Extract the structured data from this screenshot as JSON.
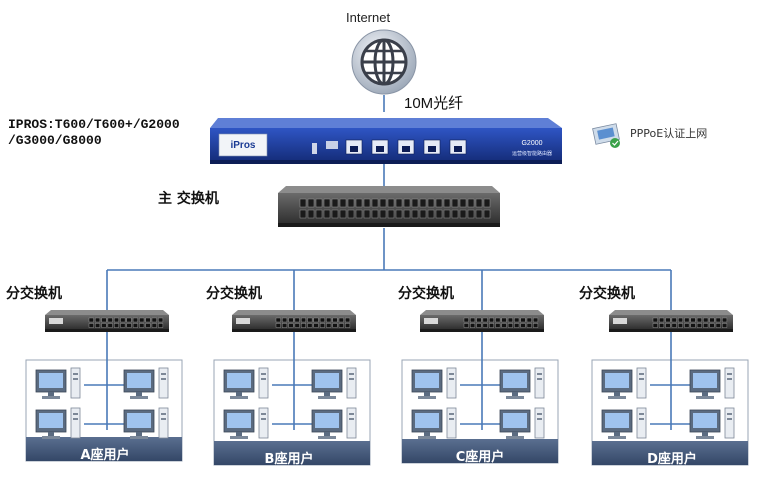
{
  "internet_label": "Internet",
  "uplink_label": "10M光纤",
  "router": {
    "model_line1": "IPROS:T600/T600+/G2000",
    "model_line2": "/G3000/G8000",
    "brand": "iPros",
    "face_label": "G2000",
    "face_sub": "运营级智能路由器"
  },
  "pppoe_label": "PPPoE认证上网",
  "main_switch_label": "主 交换机",
  "sub_switches": [
    {
      "label": "分交换机",
      "group": "A座用户"
    },
    {
      "label": "分交换机",
      "group": "B座用户"
    },
    {
      "label": "分交换机",
      "group": "C座用户"
    },
    {
      "label": "分交换机",
      "group": "D座用户"
    }
  ],
  "colors": {
    "line": "#4a7ab8",
    "router_body": "#1b3b94",
    "group_band": "#3e5576",
    "switch_dark": "#3a3a3a"
  }
}
